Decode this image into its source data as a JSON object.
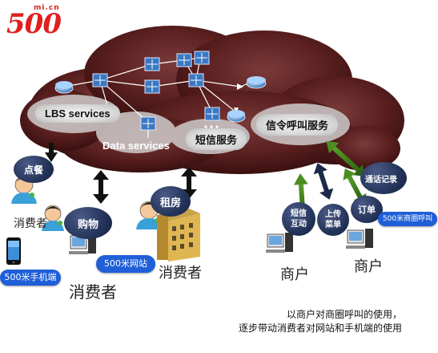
{
  "logo": {
    "digits": "500",
    "domain": "mi.cn"
  },
  "cloud": {
    "labels": {
      "lbs": "LBS services",
      "data": "Data services",
      "sms": "短信服务",
      "signal": "信令呼叫服务"
    }
  },
  "bubbles": {
    "diancan": "点餐",
    "gouwu": "购物",
    "zufang": "租房",
    "duanxin_line1": "短信",
    "duanxin_line2": "互动",
    "shangchuan_line1": "上传",
    "shangchuan_line2": "菜单",
    "dingdan": "订单",
    "tonghua": "通话记录"
  },
  "pills": {
    "phone_app": "500米手机端",
    "website": "500米网站",
    "call": "500米商圈呼叫"
  },
  "captions": {
    "consumer_small": "消费者",
    "consumer_mid": "消费者",
    "consumer_big": "消费者",
    "merchant1": "商户",
    "merchant2": "商户"
  },
  "note": {
    "line1": "以商户对商圈呼叫的使用，",
    "line2": "逐步带动消费者对网站和手机端的使用"
  },
  "colors": {
    "cloud": "#5a1f1f",
    "arrow_green": "#3f7a1c",
    "arrow_navy": "#1b2a4a",
    "pill": "#1f5fd8",
    "logo_red": "#e02020"
  },
  "icons": [
    "server-icon",
    "router-icon",
    "person-icon",
    "phone-icon",
    "building-icon",
    "double-arrow-icon"
  ]
}
